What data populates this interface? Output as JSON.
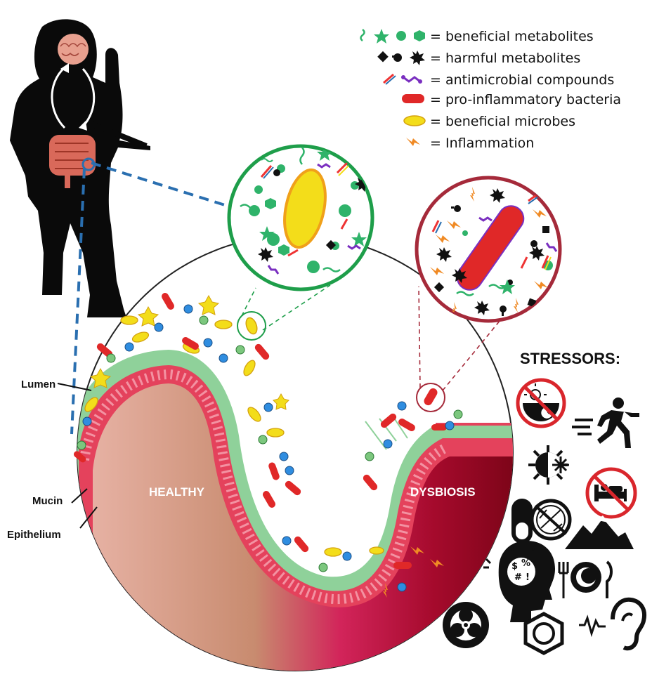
{
  "legend": {
    "beneficial_metabolites": "= beneficial metabolites",
    "harmful_metabolites": "= harmful metabolites",
    "antimicrobial_compounds": "= antimicrobial compounds",
    "pro_inflammatory_bacteria": "= pro-inflammatory bacteria",
    "beneficial_microbes": "= beneficial microbes",
    "inflammation": "= Inflammation"
  },
  "labels": {
    "lumen": "Lumen",
    "mucin": "Mucin",
    "epithelium": "Epithelium",
    "healthy": "HEALTHY",
    "dysbiosis": "DYSBIOSIS"
  },
  "stressors": {
    "title": "STRESSORS:",
    "icons": [
      "no-sun-moon-cycle-icon",
      "running-person-icon",
      "hot-cold-icon",
      "no-sleep-icon",
      "medication-antibiotic-icon",
      "mountain-altitude-icon",
      "mental-stress-icon",
      "diet-plate-icon",
      "biohazard-icon",
      "benzene-chemical-icon",
      "noise-ear-icon"
    ],
    "stress_head_text": "$ %\n# !"
  },
  "colors": {
    "green_zoom": "#1e9e4a",
    "red_zoom": "#a52a3a",
    "blue_dash": "#2a6fb0",
    "beneficial_green": "#2fb36a",
    "microbe_yellow": "#f3dd1a",
    "bacteria_red": "#e02828",
    "inflammation_orange": "#f08a24",
    "antimicrobial_purple": "#7a2fc0",
    "mucin_green": "#8fd19a",
    "healthy_tissue": "#c98a6e",
    "dysbiosis_tissue": "#a00d2e"
  }
}
